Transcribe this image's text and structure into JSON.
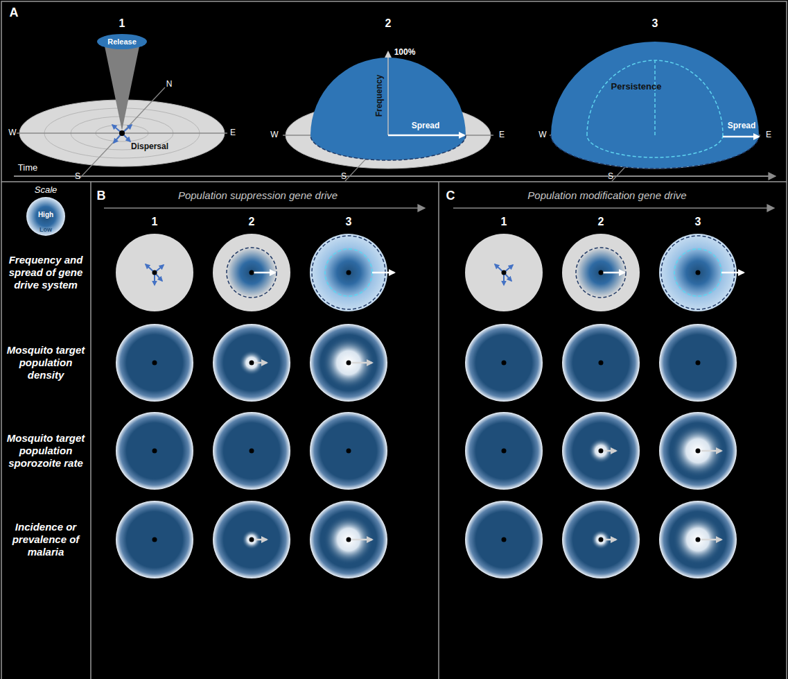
{
  "diagram": {
    "labels": [
      "A",
      "1",
      "2",
      "3",
      "Release",
      "N",
      "W",
      "E",
      "S",
      "Dispersal",
      "W",
      "E",
      "S",
      "100%",
      "Frequency",
      "Spread",
      "W",
      "E",
      "S",
      "Persistence",
      "Spread",
      "Time",
      "Scale",
      "High",
      "Low",
      "B",
      "Population suppression gene drive",
      "1",
      "2",
      "3",
      "C",
      "Population modification gene drive",
      "1",
      "2",
      "3",
      "Frequency and spread of gene drive system",
      "Mosquito target population density",
      "Mosquito target population sporozoite rate",
      "Incidence or prevalence of malaria"
    ]
  }
}
